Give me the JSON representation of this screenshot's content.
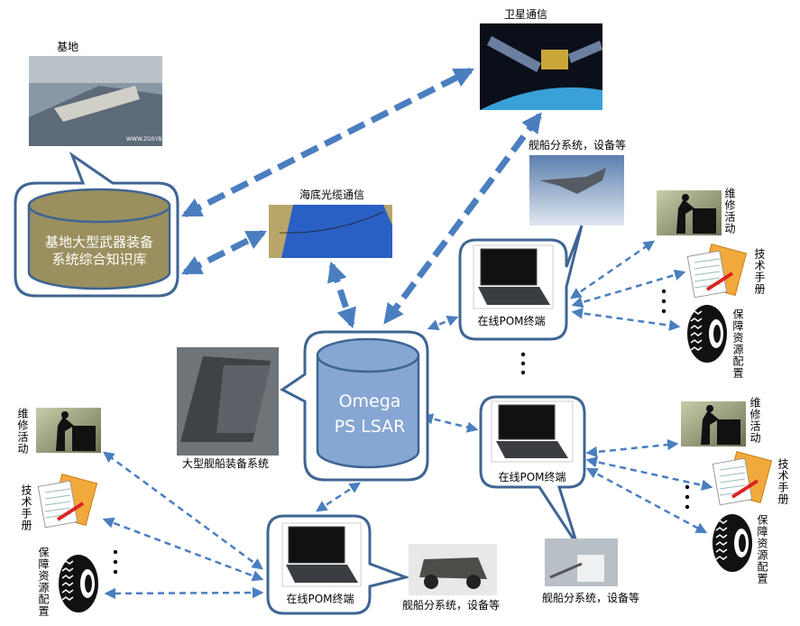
{
  "colors": {
    "arrow": "#4a7ebf",
    "callout_border": "#3f6593",
    "knowledge_base_fill": "#9a8f5e",
    "lsar_fill": "#86a6d3"
  },
  "base": {
    "label": "基地",
    "image_watermark": "WWW.ZGSYB.COM"
  },
  "satellite": {
    "label": "卫星通信"
  },
  "knowledge_base": {
    "line1": "基地大型武器装备",
    "line2": "系统综合知识库"
  },
  "undersea_cable": {
    "label": "海底光缆通信"
  },
  "ship": {
    "label": "大型舰船装备系统"
  },
  "lsar": {
    "line1": "Omega",
    "line2": "PS LSAR"
  },
  "terminals": [
    {
      "label": "在线POM终端",
      "subsystem_label": "舰船分系统，设备等",
      "subsystem_icon": "fighter-jet"
    },
    {
      "label": "在线POM终端",
      "subsystem_label": "舰船分系统，设备等",
      "subsystem_icon": "naval-gun"
    },
    {
      "label": "在线POM终端",
      "subsystem_label": "舰船分系统，设备等",
      "subsystem_icon": "armored-vehicle"
    }
  ],
  "resources": {
    "maintenance": "维修活动",
    "manual": "技术手册",
    "supply": "保障资源配置"
  }
}
